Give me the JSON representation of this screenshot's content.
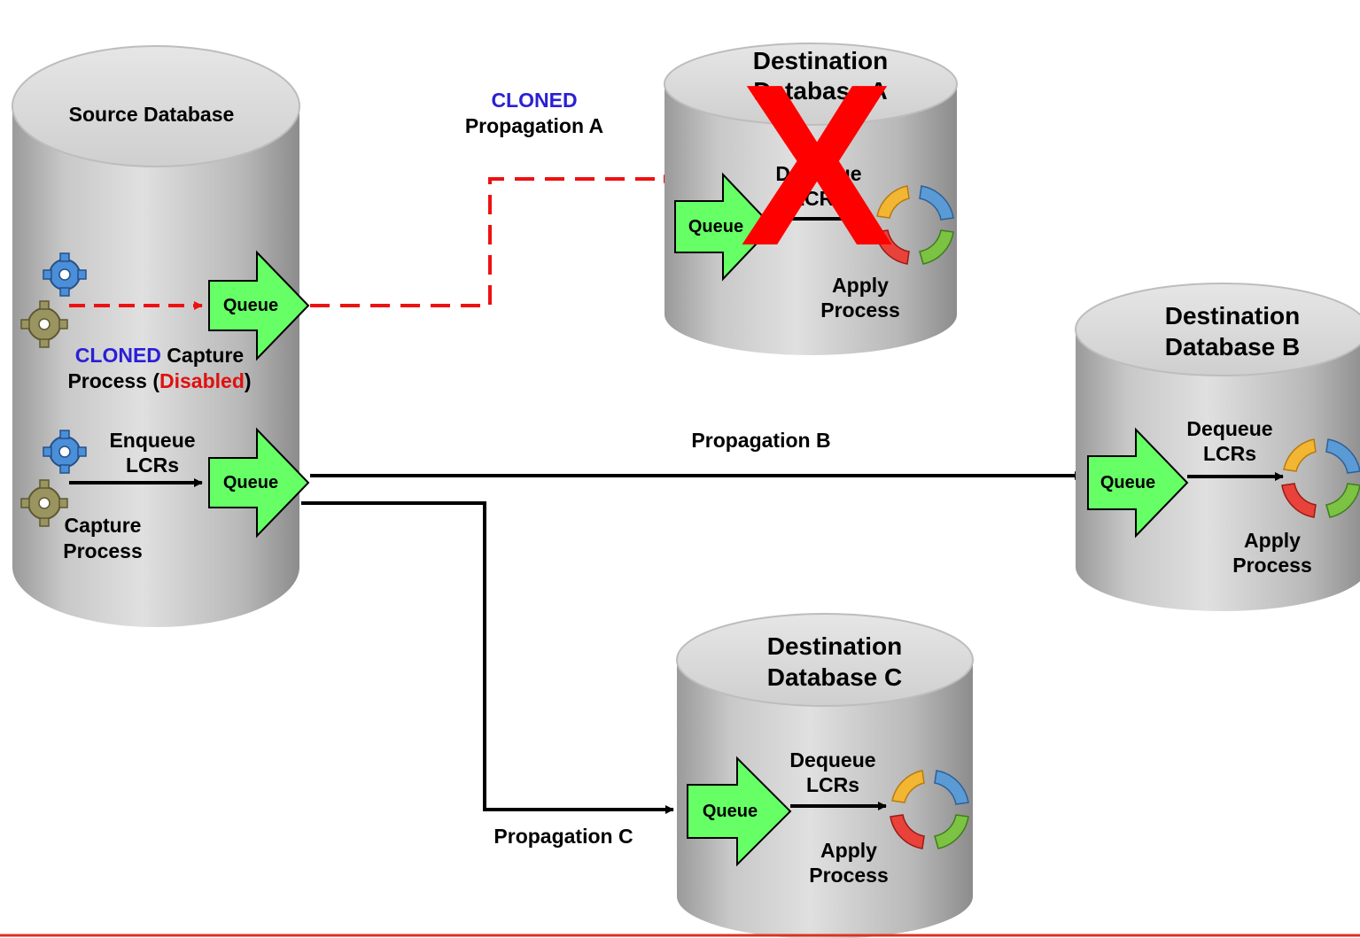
{
  "source": {
    "title": "Source Database",
    "cloned_capture": {
      "prefix": "CLONED",
      "line1_rest": " Capture",
      "line2_start": "Process (",
      "state": "Disabled",
      "line2_end": ")"
    },
    "enqueue": [
      "Enqueue",
      "LCRs"
    ],
    "capture": [
      "Capture",
      "Process"
    ],
    "queue_label": "Queue"
  },
  "propagation_a": {
    "prefix": "CLONED",
    "label": "Propagation A"
  },
  "propagation_b": {
    "label": "Propagation B"
  },
  "propagation_c": {
    "label": "Propagation C"
  },
  "dest_a": {
    "title": [
      "Destination",
      "Database A"
    ],
    "queue_label": "Queue",
    "dequeue": [
      "Dequeue",
      "LCRs"
    ],
    "apply": [
      "Apply",
      "Process"
    ],
    "status_mark": "X"
  },
  "dest_b": {
    "title": [
      "Destination",
      "Database B"
    ],
    "queue_label": "Queue",
    "dequeue": [
      "Dequeue",
      "LCRs"
    ],
    "apply": [
      "Apply",
      "Process"
    ]
  },
  "dest_c": {
    "title": [
      "Destination",
      "Database C"
    ],
    "queue_label": "Queue",
    "dequeue": [
      "Dequeue",
      "LCRs"
    ],
    "apply": [
      "Apply",
      "Process"
    ]
  },
  "colors": {
    "cloned": "#2a1fd6",
    "disabled": "#e01010",
    "queue_fill": "#66ff66",
    "dashed_line": "#ee1111",
    "footer_line": "#e03020"
  }
}
